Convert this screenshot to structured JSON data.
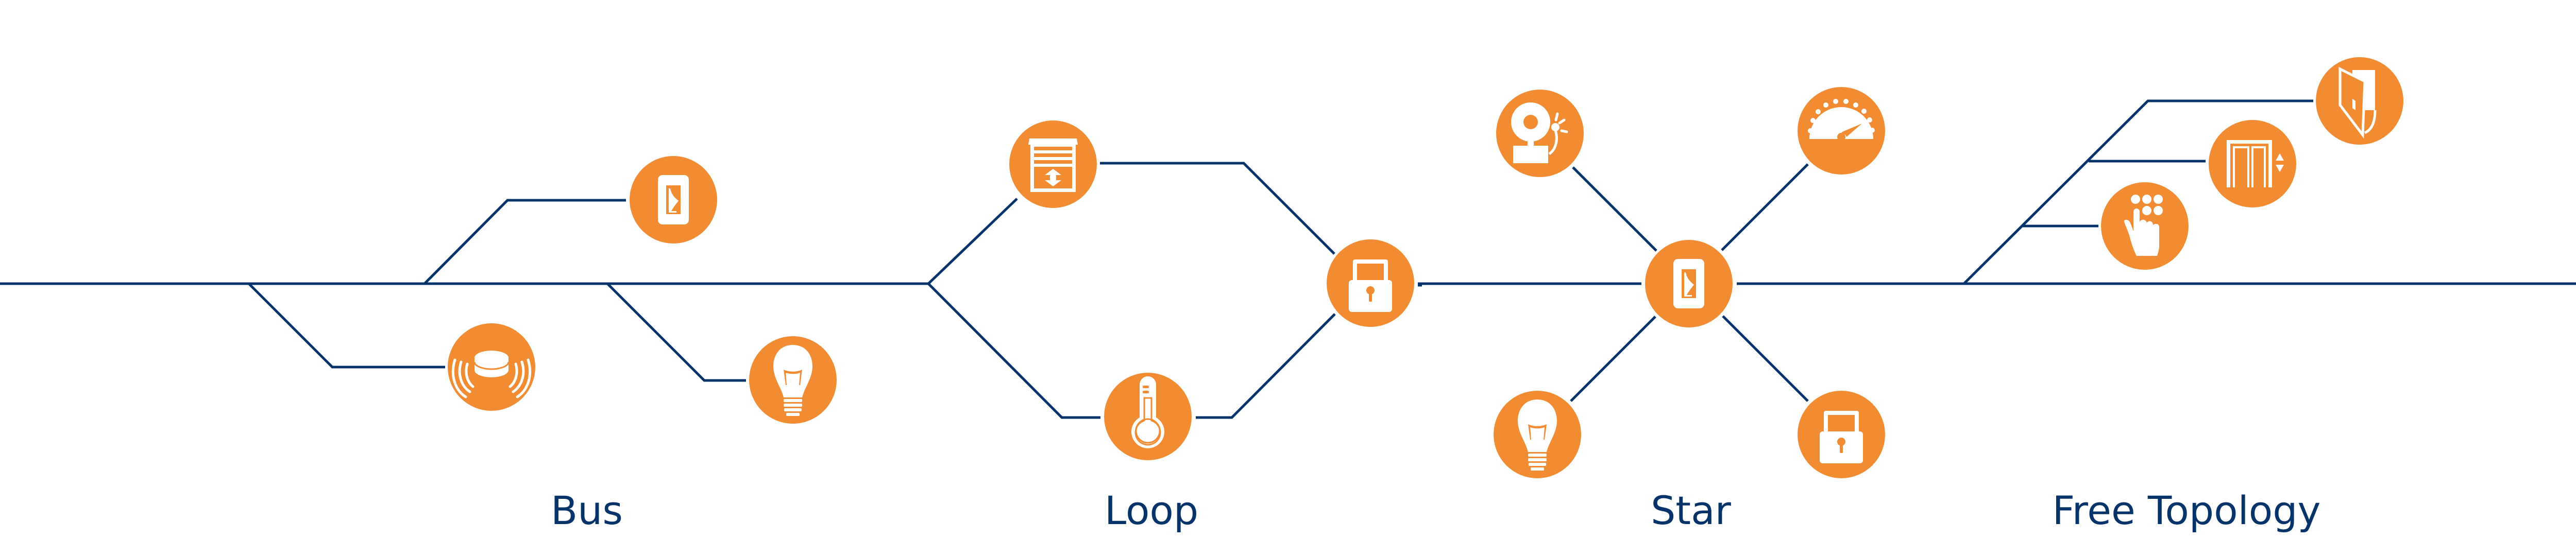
{
  "diagram": {
    "title": "Network topologies",
    "colors": {
      "wire": "#06346A",
      "node": "#F28C32",
      "glyph": "#FFFFFF",
      "label": "#06346A",
      "background": "#FFFFFF"
    },
    "topologies": [
      {
        "id": "bus",
        "label": "Bus",
        "nodes": [
          {
            "icon": "motion-sensor-icon",
            "device": "Presence sensor"
          },
          {
            "icon": "light-switch-icon",
            "device": "Switch"
          },
          {
            "icon": "light-bulb-icon",
            "device": "Light"
          }
        ]
      },
      {
        "id": "loop",
        "label": "Loop",
        "nodes": [
          {
            "icon": "blinds-icon",
            "device": "Blinds"
          },
          {
            "icon": "thermometer-icon",
            "device": "Temperature"
          },
          {
            "icon": "padlock-icon",
            "device": "Lock"
          }
        ]
      },
      {
        "id": "star",
        "label": "Star",
        "nodes": [
          {
            "icon": "light-switch-icon",
            "device": "Switch (hub)"
          },
          {
            "icon": "alarm-bell-icon",
            "device": "Alarm bell"
          },
          {
            "icon": "gauge-icon",
            "device": "Meter"
          },
          {
            "icon": "light-bulb-icon",
            "device": "Light"
          },
          {
            "icon": "padlock-icon",
            "device": "Lock"
          }
        ]
      },
      {
        "id": "free",
        "label": "Free Topology",
        "nodes": [
          {
            "icon": "keypad-hand-icon",
            "device": "Keypad"
          },
          {
            "icon": "elevator-icon",
            "device": "Elevator"
          },
          {
            "icon": "door-icon",
            "device": "Door"
          }
        ]
      }
    ]
  }
}
